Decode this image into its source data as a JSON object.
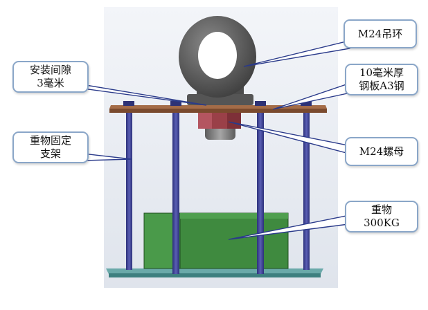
{
  "labels": {
    "eye_bolt": {
      "lines": [
        "M24吊环"
      ]
    },
    "gap": {
      "lines": [
        "安装间隙",
        "3毫米"
      ]
    },
    "plate": {
      "lines": [
        "10毫米厚",
        "钢板A3钢"
      ]
    },
    "frame": {
      "lines": [
        "重物固定",
        "支架"
      ]
    },
    "nut": {
      "lines": [
        "M24螺母"
      ]
    },
    "weight": {
      "lines": [
        "重物",
        "300KG"
      ]
    }
  },
  "colors": {
    "background_panel": "#e6eaf1",
    "rod": "#3a3f8f",
    "plate": "#8b5a3c",
    "nut": "#9a4048",
    "weight_block": "#3f8a3f",
    "base": "#4a8f8f",
    "eye_bolt": "#5a5a5a",
    "leader_line": "#2a3a8a",
    "callout_border": "#8aa6c8"
  }
}
